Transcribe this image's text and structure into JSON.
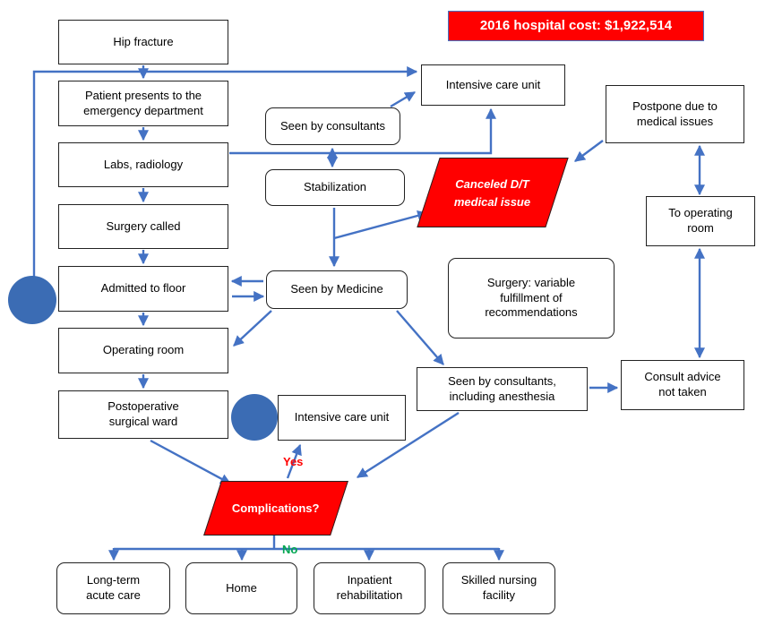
{
  "colors": {
    "accent": "#4472C4",
    "node_border": "#222222",
    "red": "#FF0000",
    "circle_fill": "#3B6CB4",
    "banner_bg": "#FF0000",
    "banner_fg": "#FFFFFF",
    "yes_color": "#FF0000",
    "no_color": "#00A651"
  },
  "banner": {
    "label": "2016 hospital cost: $1,922,514"
  },
  "nodes": {
    "hip_fracture": {
      "label": "Hip fracture"
    },
    "ed": {
      "label": "Patient presents to the\nemergency department"
    },
    "labs": {
      "label": "Labs, radiology"
    },
    "surgery_called": {
      "label": "Surgery called"
    },
    "admitted": {
      "label": "Admitted to floor"
    },
    "operating_room": {
      "label": "Operating room"
    },
    "postop_ward": {
      "label": "Postoperative\nsurgical ward"
    },
    "icu_top": {
      "label": "Intensive care unit"
    },
    "seen_consultants": {
      "label": "Seen by consultants"
    },
    "stabilization": {
      "label": "Stabilization"
    },
    "canceled": {
      "label": "Canceled D/T\nmedical issue"
    },
    "postpone": {
      "label": "Postpone due to\nmedical issues"
    },
    "to_or": {
      "label": "To operating\nroom"
    },
    "seen_medicine": {
      "label": "Seen by Medicine"
    },
    "surgery_variable": {
      "label": "Surgery: variable\nfulfillment of\nrecommendations"
    },
    "seen_anesthesia": {
      "label": "Seen by consultants,\nincluding anesthesia"
    },
    "consult_advice": {
      "label": "Consult advice\nnot taken"
    },
    "icu_bottom": {
      "label": "Intensive care unit"
    },
    "complications": {
      "label": "Complications?"
    },
    "ltac": {
      "label": "Long-term\nacute care"
    },
    "home": {
      "label": "Home"
    },
    "rehab": {
      "label": "Inpatient\nrehabilitation"
    },
    "snf": {
      "label": "Skilled nursing\nfacility"
    }
  },
  "flow_labels": {
    "yes": "Yes",
    "no": "No"
  }
}
